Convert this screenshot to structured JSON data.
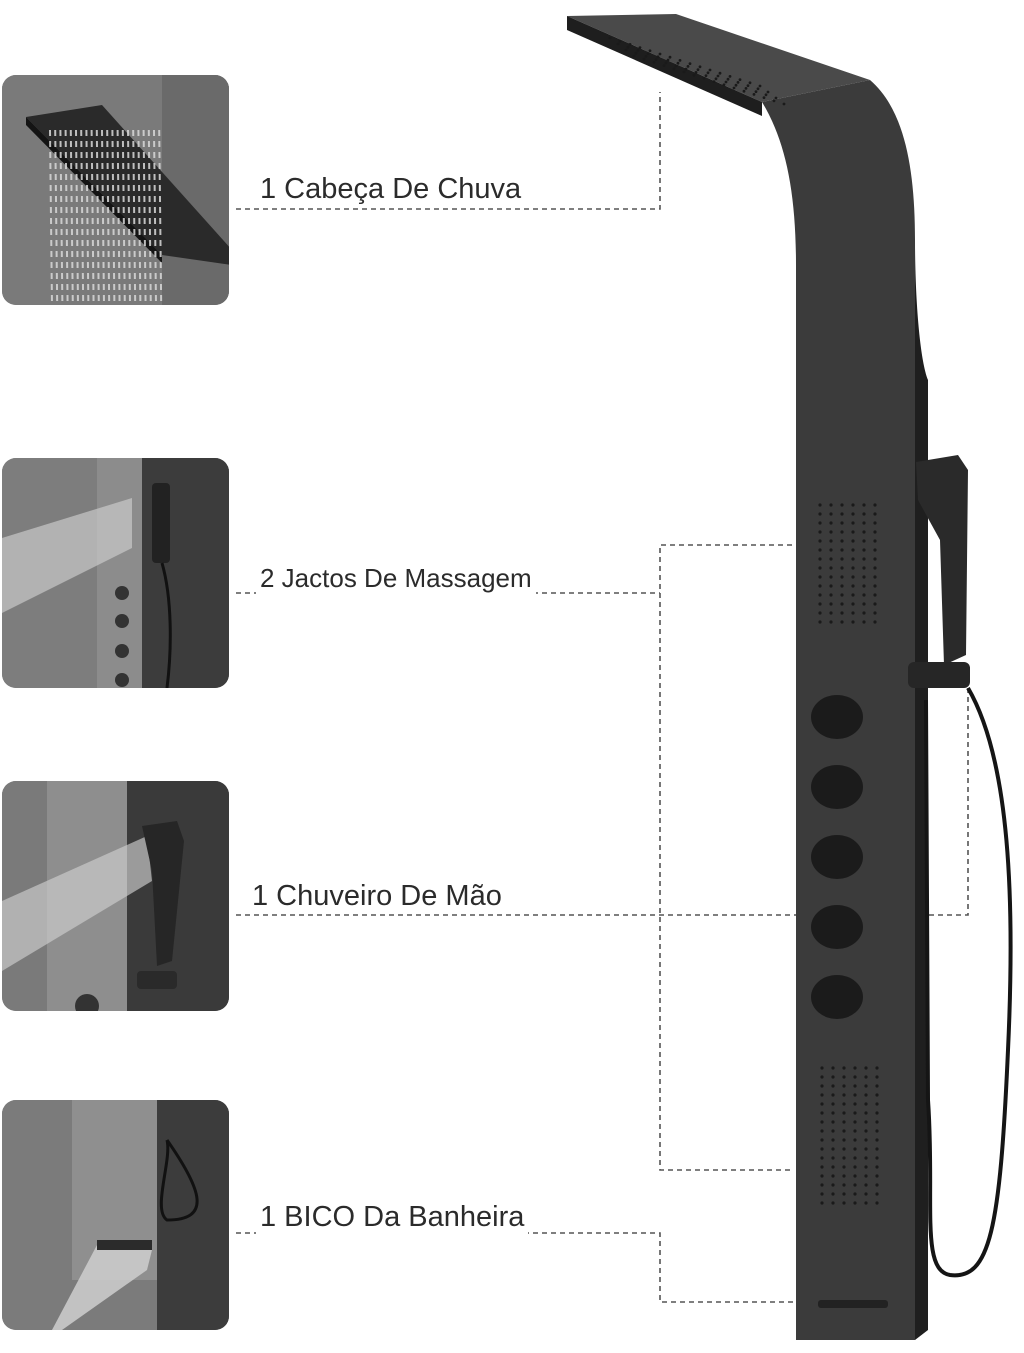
{
  "features": [
    {
      "id": "rain-head",
      "label": "1 Cabeça De Chuva"
    },
    {
      "id": "massage-jets",
      "label": "2 Jactos De Massagem"
    },
    {
      "id": "hand-shower",
      "label": "1 Chuveiro De Mão"
    },
    {
      "id": "tub-spout",
      "label": "1 BICO Da Banheira"
    }
  ],
  "colors": {
    "panel": "#3b3b3b",
    "panel_edge": "#1f1f1f",
    "thumb_bg": "#7b7b7b",
    "leader_line": "#555555"
  }
}
